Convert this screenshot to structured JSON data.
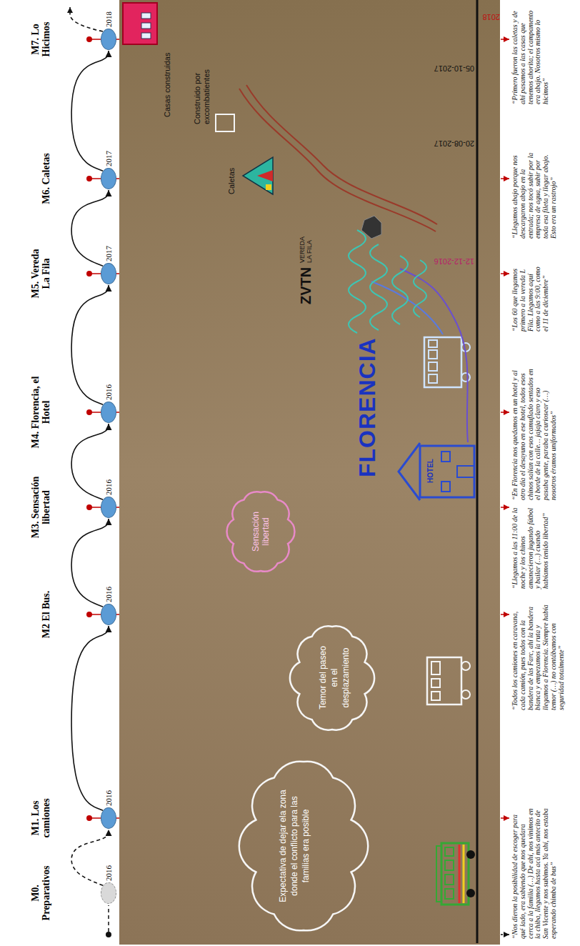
{
  "diagram": {
    "nodes": [
      {
        "text": [
          "M0. Preparativos",
          "2016"
        ]
      },
      {
        "text": [
          "M1. Los camiones",
          "2016"
        ]
      },
      {
        "text": [
          "M2 El Bus.",
          "2016"
        ]
      },
      {
        "text": [
          "M3. Sensación libertad",
          "2016"
        ]
      },
      {
        "text": [
          "M4. Florencia, el Hotel",
          "2016"
        ]
      },
      {
        "text": [
          "M5. Vereda La Fila",
          "2017"
        ]
      },
      {
        "text": [
          "M6. Caletas",
          "2017"
        ]
      },
      {
        "text": [
          "M7. Lo Hicimos",
          "2018"
        ]
      }
    ],
    "edges": [
      {
        "from": 0,
        "to": 1,
        "arrow": "to"
      },
      {
        "from": 1,
        "to": 2,
        "arrow": "to"
      },
      {
        "from": 2,
        "to": 3,
        "arrow": "to"
      },
      {
        "from": 3,
        "to": 4,
        "arrow": "to"
      },
      {
        "from": 4,
        "to": 5,
        "arrow": "to"
      },
      {
        "from": 5,
        "to": 6,
        "arrow": "to"
      },
      {
        "from": 6,
        "to": 7,
        "arrow": "to"
      }
    ],
    "labels": [
      "“Nos dieron la posibilidad de escoger para qué lado, era sabiendo que nos quedara cerca a la familia (…) De ahí, nos vinimos en la chiba, llegamos hasta acá más antecito de San Vicente y nos subimos. Ya ahí, nos estaba esperando chimba de bus”",
      "“Todos los camiones en caravana, cada camión, pues todos con la bandera de las Farc, ahí la bandera blanca y empezamos la ruta y llegamos a Florencia. Siempre había temor (…) no contábamos con seguridad totalmente”",
      "“Llegamos a las 11:00 de la noche y los chinos amanecieron jugando fútbol y bailar (…) cuando habíamos tenido libertad”",
      "“En Florencia nos quedamos en un hotel y al otro día el desayuno en ese hotel, todos esos chinos salían con esos camuflado sentados en el borde de la calle… jajaja claro y eso pasaba gente, paraba a curiosear (…) nosotros éramos uniformados”",
      "“Los 60 que llegamos primero a la vereda L Fila. Llegamos aquí como a las 9:00, como el 11 de diciembre”",
      "“Llegamos abajo porque nos descargaron abajo en la entrada; nos tocó subir por la empresa de agua, subir por toda esa fileta y llegar abajo. Esto era un rastrojo”",
      "“Primero fueron las caletas y de ahí pasamos a las casas que tenemos ahorita; el campamento era abajo. Nosotros mismo lo hicimos”",
      "Expectativa de dejar ela zona donde el conflicto para las familias era posible",
      "Temor del paseo en el desplazamiento",
      "Sensación libertad",
      "FLORENCIA",
      "HOTEL",
      "ZVTN",
      "VEREDA LA FILA",
      "Caletas",
      "12-12-2016",
      "20-08-2017",
      "05-10-2017",
      "2018",
      "Casas construidas",
      "Construido por excombatientes"
    ]
  }
}
